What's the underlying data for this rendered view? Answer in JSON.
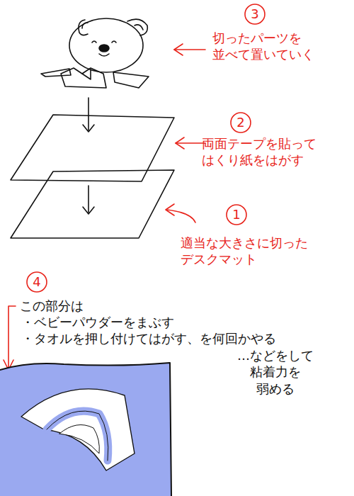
{
  "diagram": {
    "nodes": [
      {
        "text": [
          "3"
        ]
      },
      {
        "text": [
          "2"
        ]
      },
      {
        "text": [
          "1"
        ]
      },
      {
        "text": [
          "4"
        ]
      }
    ],
    "labels": [
      "切ったパーツを 並べて置いていく",
      "両面テープを貼って はくり紙をはがす",
      "適当な大きさに切った デスクマット",
      "この部分は",
      "・ベビーパウダーをまぶす",
      "・タオルを押し付けてはがす、を何回かやる",
      "…などをして 粘着力を 弱める"
    ]
  }
}
